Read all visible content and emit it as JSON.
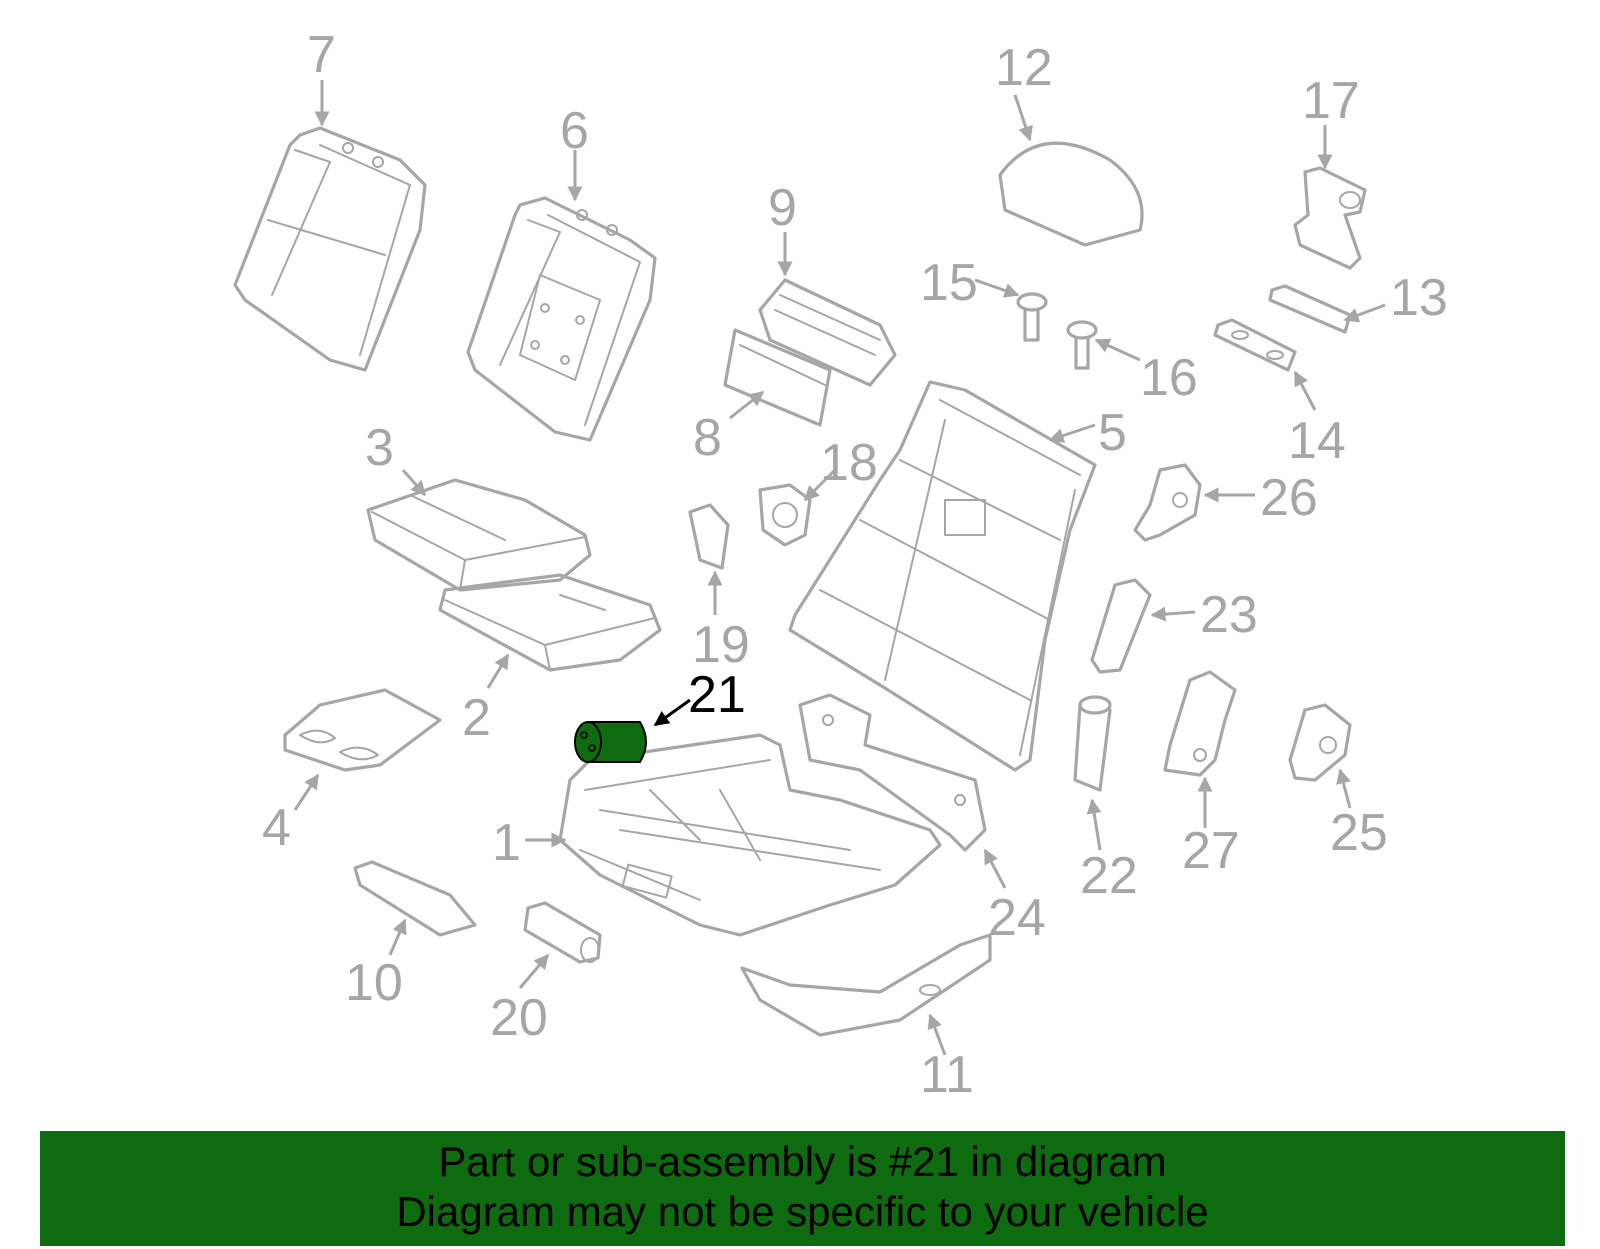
{
  "diagram": {
    "highlighted_part": "21",
    "colors": {
      "part_outline": "#a6a6a6",
      "highlight_fill": "#0f6b0f",
      "highlight_label": "#000000",
      "banner_bg": "#0f6b0f"
    },
    "callouts": [
      "1",
      "2",
      "3",
      "4",
      "5",
      "6",
      "7",
      "8",
      "9",
      "10",
      "11",
      "12",
      "13",
      "14",
      "15",
      "16",
      "17",
      "18",
      "19",
      "20",
      "21",
      "22",
      "23",
      "24",
      "25",
      "26",
      "27"
    ]
  },
  "banner": {
    "line1": "Part or sub-assembly is #21 in diagram",
    "line2": "Diagram may not be specific to your vehicle"
  }
}
